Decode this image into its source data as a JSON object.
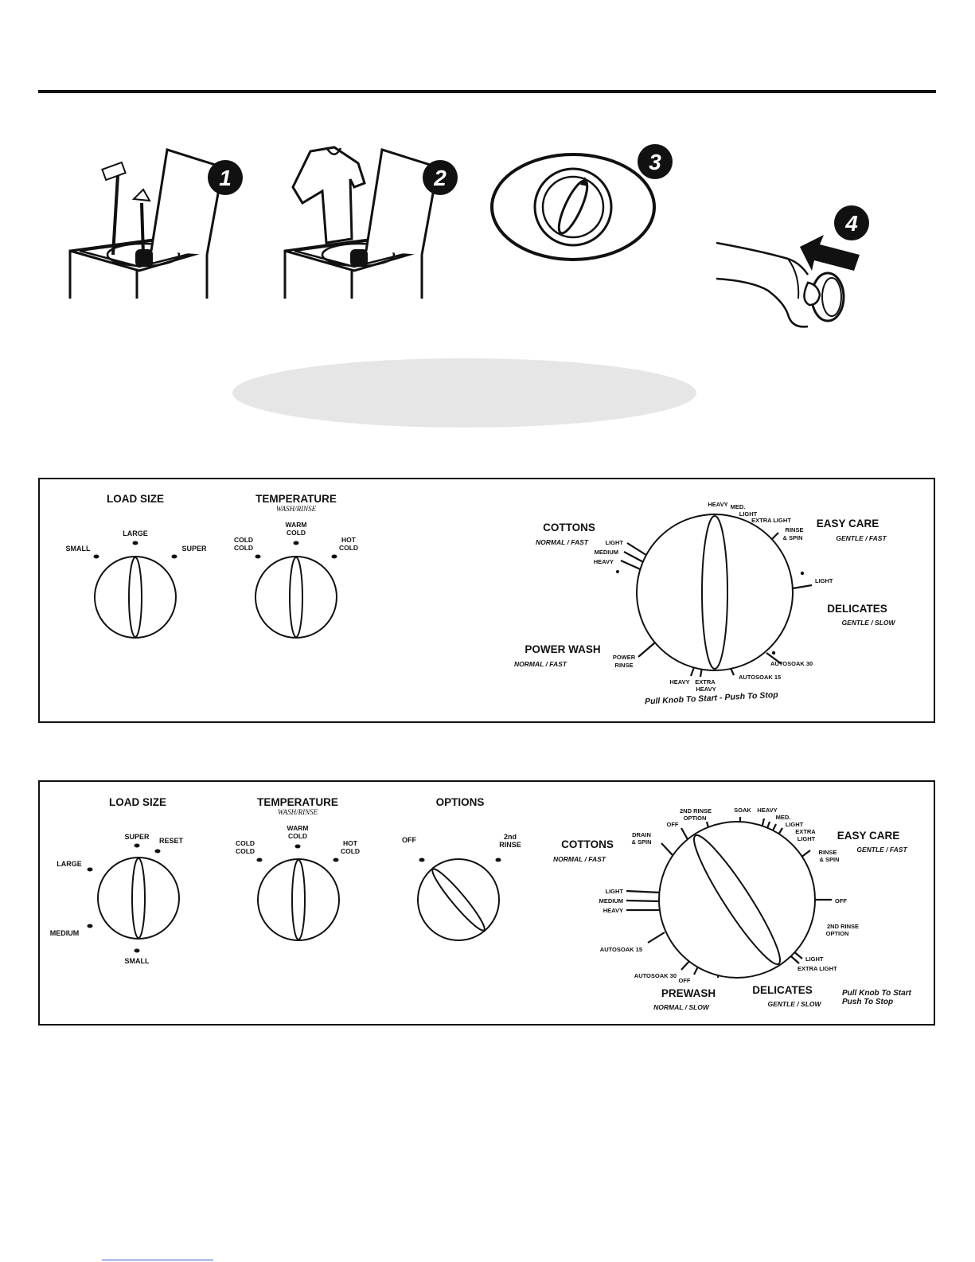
{
  "steps": [
    {
      "number": "1",
      "icon": "washer-add-detergent-icon"
    },
    {
      "number": "2",
      "icon": "washer-add-clothes-icon"
    },
    {
      "number": "3",
      "icon": "cycle-dial-icon"
    },
    {
      "number": "4",
      "icon": "pull-knob-hand-icon"
    }
  ],
  "panel1": {
    "load_size": {
      "title": "LOAD SIZE",
      "small": "SMALL",
      "large": "LARGE",
      "super": "SUPER"
    },
    "temperature": {
      "title": "TEMPERATURE",
      "subtitle": "WASH/RINSE",
      "cold1": "COLD",
      "cold2": "COLD",
      "warm": "WARM",
      "warm_cold": "COLD",
      "hot": "HOT",
      "hot_cold": "COLD"
    },
    "cycle": {
      "cottons": "COTTONS",
      "cottons_sub": "NORMAL / FAST",
      "easy_care": "EASY CARE",
      "easy_care_sub": "GENTLE / FAST",
      "delicates": "DELICATES",
      "delicates_sub": "GENTLE / SLOW",
      "power_wash": "POWER WASH",
      "power_wash_sub": "NORMAL / FAST",
      "light_c": "LIGHT",
      "medium_c": "MEDIUM",
      "heavy_c": "HEAVY",
      "heavy_e": "HEAVY",
      "med_e": "MED.",
      "light_e": "LIGHT",
      "extra_light_e": "EXTRA LIGHT",
      "rinse": "RINSE",
      "spin": "& SPIN",
      "light_d": "LIGHT",
      "autosoak30": "AUTOSOAK 30",
      "autosoak15": "AUTOSOAK 15",
      "extra": "EXTRA",
      "heavy_p2": "HEAVY",
      "heavy_p": "HEAVY",
      "power": "POWER",
      "rinse_p": "RINSE",
      "pull": "Pull Knob To Start - Push To Stop"
    }
  },
  "panel2": {
    "load_size": {
      "title": "LOAD SIZE",
      "super": "SUPER",
      "reset": "RESET",
      "large": "LARGE",
      "medium": "MEDIUM",
      "small": "SMALL"
    },
    "temperature": {
      "title": "TEMPERATURE",
      "subtitle": "WASH/RINSE",
      "cold1": "COLD",
      "cold2": "COLD",
      "warm": "WARM",
      "warm_cold": "COLD",
      "hot": "HOT",
      "hot_cold": "COLD"
    },
    "options": {
      "title": "OPTIONS",
      "off": "OFF",
      "second": "2nd",
      "rinse": "RINSE"
    },
    "cycle": {
      "cottons": "COTTONS",
      "cottons_sub": "NORMAL / FAST",
      "easy_care": "EASY CARE",
      "easy_care_sub": "GENTLE / FAST",
      "prewash": "PREWASH",
      "prewash_sub": "NORMAL / SLOW",
      "delicates": "DELICATES",
      "delicates_sub": "GENTLE / SLOW",
      "drain": "DRAIN",
      "spin": "& SPIN",
      "off_top": "OFF",
      "rinse_opt_1": "2ND RINSE",
      "rinse_opt_2": "OPTION",
      "soak": "SOAK",
      "heavy_e": "HEAVY",
      "med_e": "MED.",
      "light_e": "LIGHT",
      "extra_e": "EXTRA",
      "extra_light_e": "LIGHT",
      "rinse": "RINSE",
      "rinse_spin": "& SPIN",
      "off_right": "OFF",
      "rinse2_1": "2ND RINSE",
      "rinse2_2": "OPTION",
      "light_d": "LIGHT",
      "extra_light_d": "EXTRA LIGHT",
      "light_c": "LIGHT",
      "medium_c": "MEDIUM",
      "heavy_c": "HEAVY",
      "autosoak15": "AUTOSOAK 15",
      "autosoak30": "AUTOSOAK 30",
      "off_bottom": "OFF",
      "pull1": "Pull Knob To Start",
      "pull2": "Push To Stop"
    }
  }
}
